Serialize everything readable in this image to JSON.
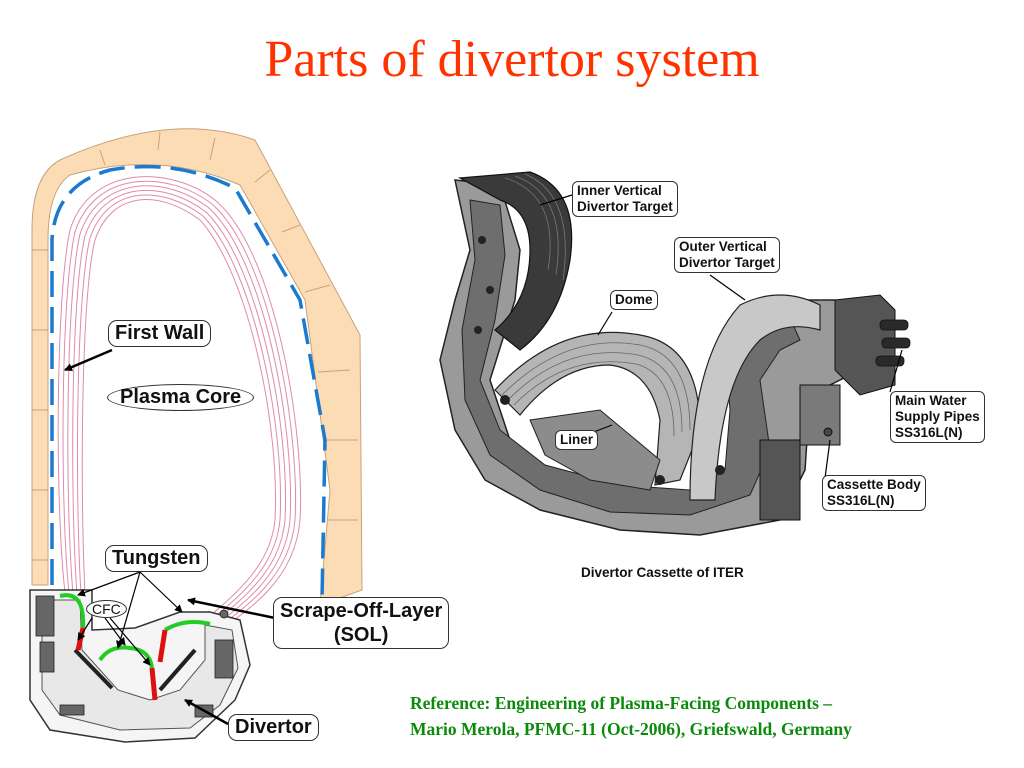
{
  "title": "Parts of divertor system",
  "left_diagram": {
    "labels": {
      "first_wall": "First Wall",
      "plasma_core": "Plasma Core",
      "tungsten": "Tungsten",
      "cfc": "CFC",
      "sol_line1": "Scrape-Off-Layer",
      "sol_line2": "(SOL)",
      "divertor": "Divertor"
    }
  },
  "right_diagram": {
    "labels": {
      "inner_target": "Inner Vertical\nDivertor Target",
      "outer_target": "Outer Vertical\nDivertor Target",
      "dome": "Dome",
      "liner": "Liner",
      "water_pipes": "Main Water\nSupply Pipes\nSS316L(N)",
      "cassette_body": "Cassette Body\nSS316L(N)"
    },
    "caption": "Divertor Cassette of ITER"
  },
  "reference": {
    "line1": "Reference: Engineering of Plasma-Facing Components –",
    "line2": "Mario Merola, PFMC-11 (Oct-2006), Griefswald, Germany"
  },
  "colors": {
    "title": "#ff3300",
    "reference": "#0b8a0b",
    "wall_tile": "#fbdcb4",
    "first_wall_line": "#1a7ad0",
    "field_lines": "#e08aa8",
    "tungsten": "#22cc22",
    "cfc": "#dd1111"
  }
}
